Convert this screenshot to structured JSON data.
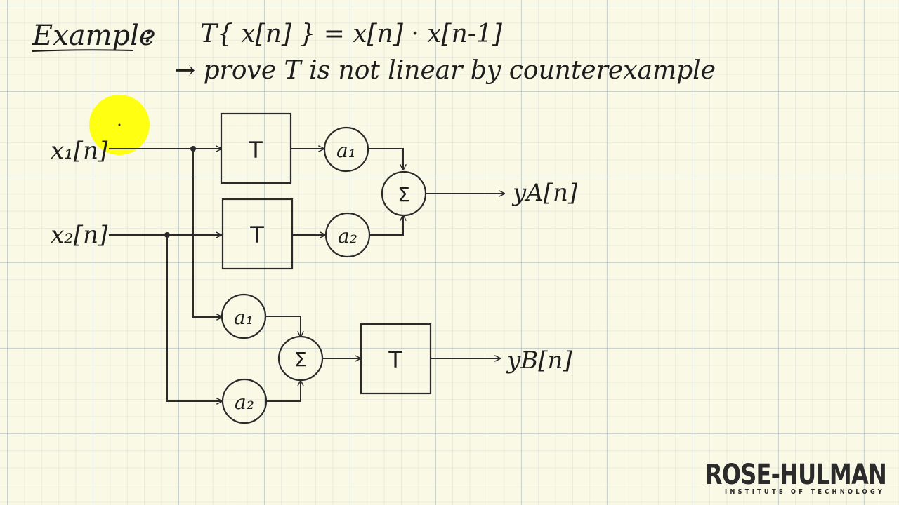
{
  "header": {
    "example_label": "Example",
    "colon": ":",
    "equation": "T{ x[n] } =  x[n] · x[n-1]",
    "subtitle": "→ prove T is not linear by counterexample"
  },
  "signals": {
    "input1": "x₁[n]",
    "input2": "x₂[n]",
    "outputA": "yA[n]",
    "outputB": "yB[n]"
  },
  "blocks": {
    "system_label": "T",
    "gain1": "a₁",
    "gain2": "a₂",
    "sum": "Σ"
  },
  "logo": {
    "main": "ROSE-HULMAN",
    "sub": "INSTITUTE OF TECHNOLOGY"
  },
  "colors": {
    "highlight": "#ffff00",
    "ink": "#1e1e1e",
    "paper": "#f9f9e6"
  }
}
